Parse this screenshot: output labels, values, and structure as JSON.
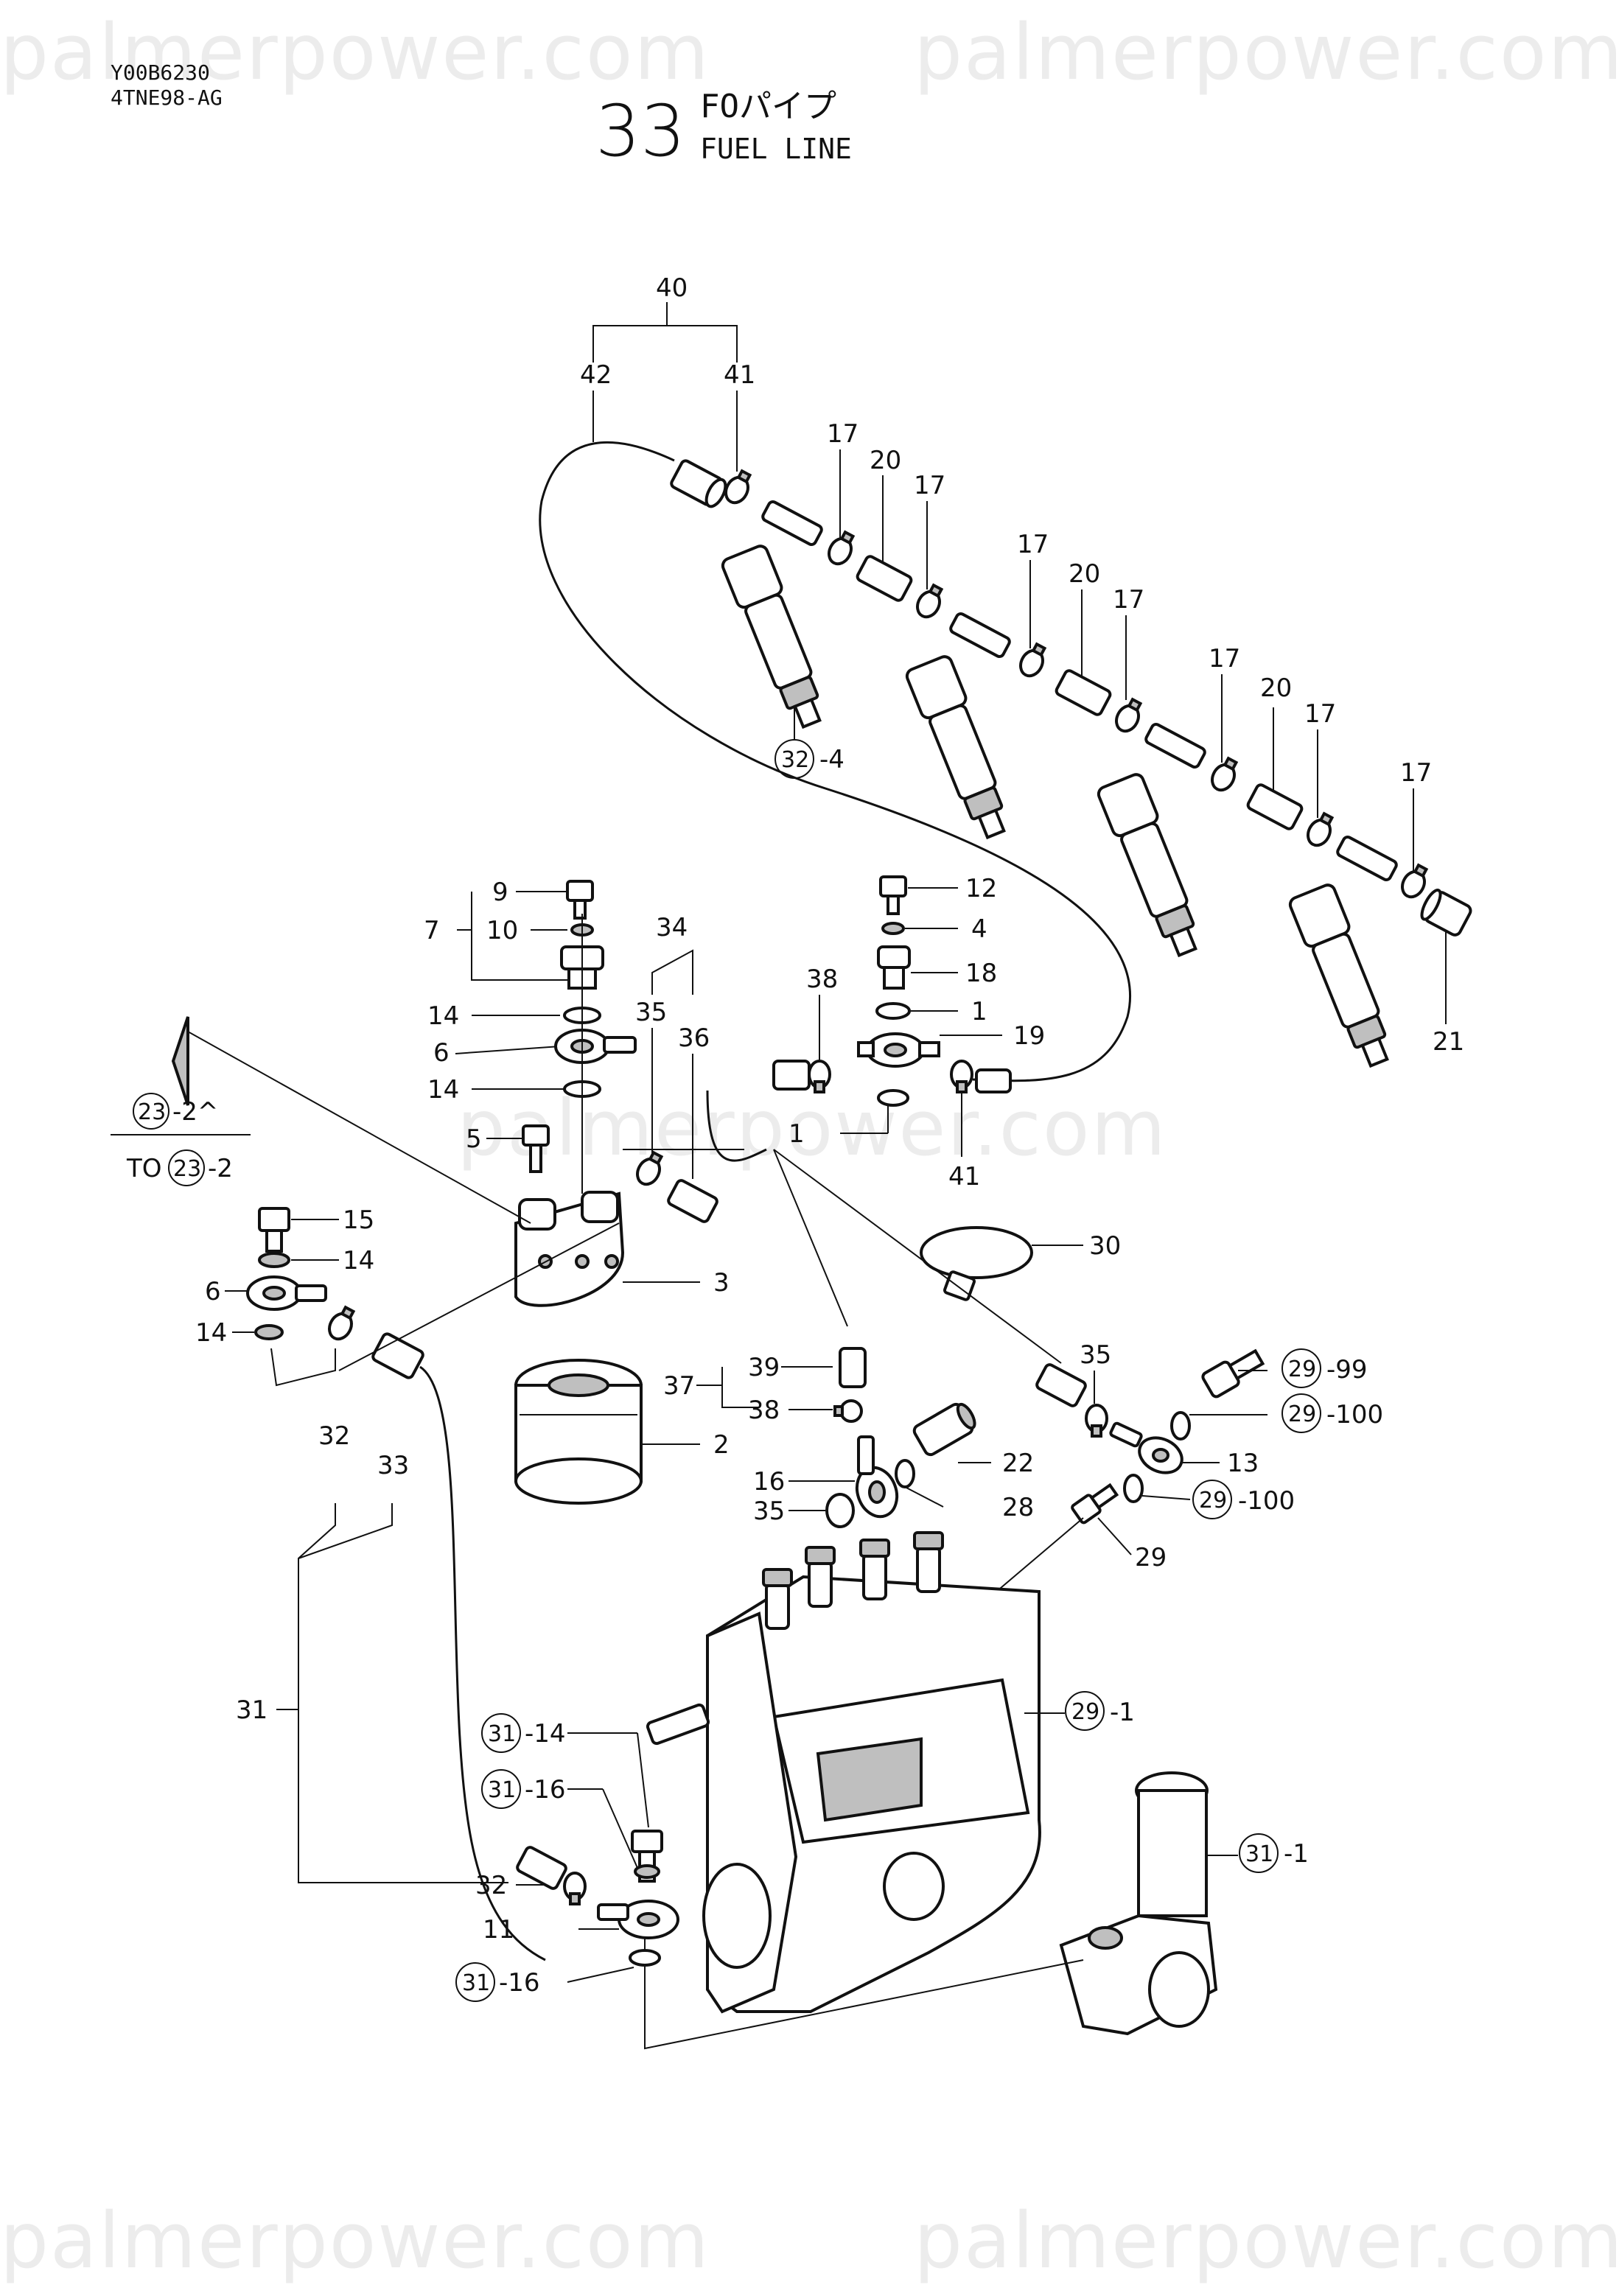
{
  "header": {
    "doc_code": "Y00B6230",
    "model": "4TNE98-AG",
    "page_number": "33",
    "title_jp": "FOパイプ",
    "title_en": "FUEL LINE"
  },
  "watermark": {
    "text": "palmerpower.com"
  },
  "callouts": {
    "c40": "40",
    "c42": "42",
    "c41": "41",
    "c17": "17",
    "c20": "20",
    "c21": "21",
    "c32_ref": "32",
    "c32_suffix": "-4",
    "c9": "9",
    "c7": "7",
    "c10": "10",
    "c14": "14",
    "c6": "6",
    "c5": "5",
    "c34": "34",
    "c35": "35",
    "c36": "36",
    "c12": "12",
    "c4": "4",
    "c38": "38",
    "c18": "18",
    "c1": "1",
    "c19": "19",
    "c3": "3",
    "c30": "30",
    "c23_ref": "23",
    "c23_suffix": "-2^",
    "to_prefix": "TO",
    "to_suffix": "-2",
    "c15": "15",
    "c39": "39",
    "c37": "37",
    "c2": "2",
    "c16": "16",
    "c22": "22",
    "c28": "28",
    "c29_ref": "29",
    "c29_s99": "-99",
    "c29_s100": "-100",
    "c13": "13",
    "c29": "29",
    "c32": "32",
    "c33": "33",
    "c31": "31",
    "c31_ref": "31",
    "c31_s14": "-14",
    "c31_s16": "-16",
    "c31_s1": "-1",
    "c29_s1": "-1",
    "c11": "11"
  }
}
